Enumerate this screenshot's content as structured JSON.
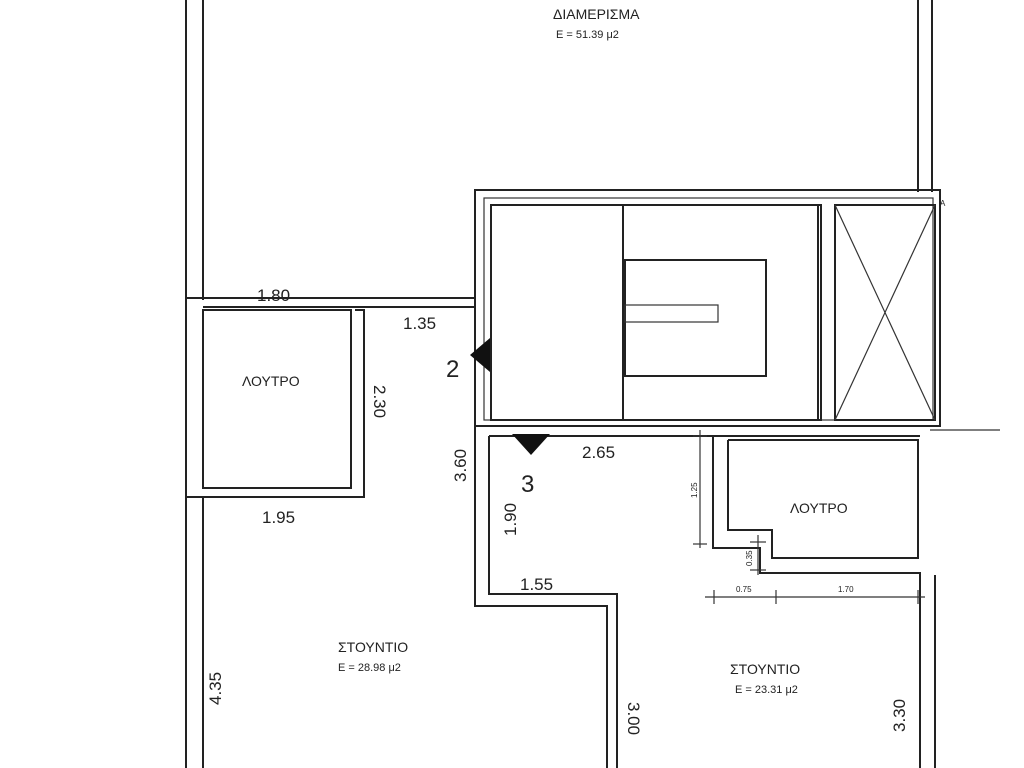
{
  "rooms": {
    "apartment": {
      "name": "ΔΙΑΜΕΡΙΣΜΑ",
      "area": "E = 51.39 μ2"
    },
    "bath_left": {
      "name": "ΛΟΥΤΡΟ"
    },
    "bath_right": {
      "name": "ΛΟΥΤΡΟ"
    },
    "studio_left": {
      "name": "ΣΤΟΥΝΤΙΟ",
      "area": "E = 28.98 μ2"
    },
    "studio_right": {
      "name": "ΣΤΟΥΝΤΙΟ",
      "area": "E = 23.31 μ2"
    }
  },
  "dimensions": {
    "d180": "1.80",
    "d135": "1.35",
    "d230": "2.30",
    "d195": "1.95",
    "d360": "3.60",
    "d265": "2.65",
    "d190": "1.90",
    "d155": "1.55",
    "d435": "4.35",
    "d300": "3.00",
    "d330": "3.30",
    "d125": "1.25",
    "d035": "0.35",
    "d075": "0.75",
    "d170": "1.70"
  },
  "section_marks": {
    "s2": "2",
    "s3": "3"
  },
  "corner_mark": "A"
}
